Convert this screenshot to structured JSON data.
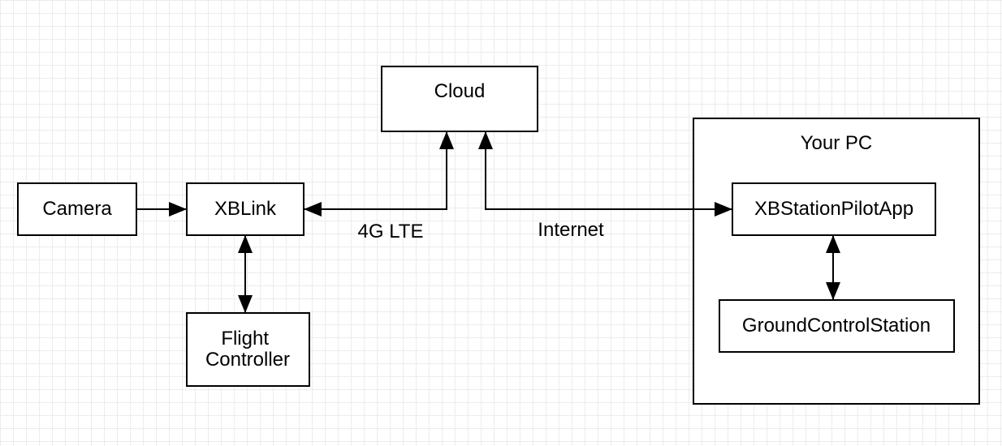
{
  "diagram": {
    "nodes": {
      "cloud": "Cloud",
      "camera": "Camera",
      "xblink": "XBLink",
      "flight_controller": [
        "Flight",
        "Controller"
      ],
      "your_pc": "Your PC",
      "xbstation": "XBStationPilotApp",
      "gcs": "GroundControlStation"
    },
    "edge_labels": {
      "lte": "4G LTE",
      "internet": "Internet"
    },
    "colors": {
      "stroke": "#000000",
      "fill": "#ffffff",
      "grid": "#ececec"
    }
  }
}
